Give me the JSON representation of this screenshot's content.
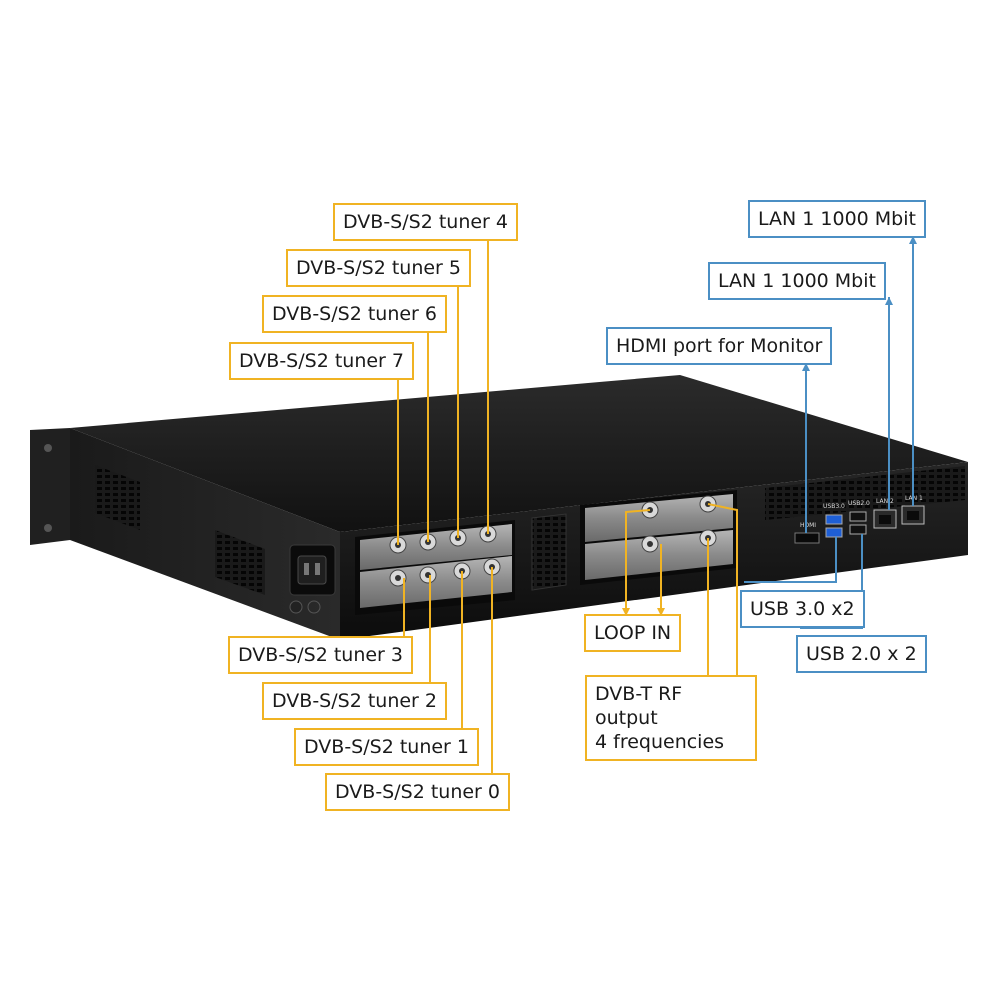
{
  "colors": {
    "tuner_callout": "#f0b323",
    "network_callout": "#4b8fc4",
    "chassis": "#1b1b1b",
    "background": "#ffffff"
  },
  "device": {
    "port_labels": {
      "hdmi": "HDMI",
      "usb3": "USB3.0",
      "usb2": "USB2.0",
      "lan2": "LAN 2",
      "lan1": "LAN 1"
    }
  },
  "callouts": {
    "tuner_4": "DVB-S/S2  tuner 4",
    "tuner_5": "DVB-S/S2  tuner 5",
    "tuner_6": "DVB-S/S2  tuner 6",
    "tuner_7": "DVB-S/S2  tuner 7",
    "tuner_3": "DVB-S/S2  tuner 3",
    "tuner_2": "DVB-S/S2  tuner 2",
    "tuner_1": "DVB-S/S2  tuner 1",
    "tuner_0": "DVB-S/S2  tuner 0",
    "lan_top": "LAN 1 1000 Mbit",
    "lan_second": "LAN 1 1000 Mbit",
    "hdmi": "HDMI port for Monitor",
    "usb3": "USB 3.0 x2",
    "usb2": "USB 2.0 x 2",
    "loop_in": "LOOP IN",
    "dvbt_line1": "DVB-T RF output",
    "dvbt_line2": "4 frequencies"
  }
}
